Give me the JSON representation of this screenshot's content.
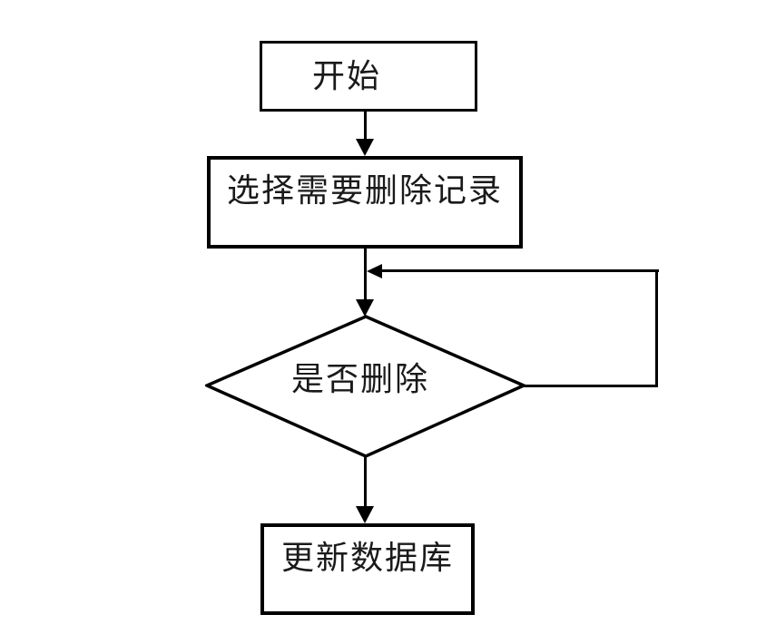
{
  "colors": {
    "background": "#ffffff",
    "line": "#000000",
    "text": "#1a1a1a"
  },
  "flowchart": {
    "nodes": [
      {
        "id": "start",
        "shape": "rectangle",
        "label": "开始"
      },
      {
        "id": "select-records",
        "shape": "rectangle",
        "label": "选择需要删除记录"
      },
      {
        "id": "delete-decision",
        "shape": "diamond",
        "label": "是否删除"
      },
      {
        "id": "update-database",
        "shape": "rectangle",
        "label": "更新数据库"
      }
    ],
    "edges": [
      {
        "from": "start",
        "to": "select-records",
        "type": "arrow",
        "label": ""
      },
      {
        "from": "select-records",
        "to": "delete-decision",
        "type": "arrow",
        "label": ""
      },
      {
        "from": "delete-decision",
        "to": "edge-select-to-decision",
        "type": "loop-arrow",
        "side": "right",
        "label": ""
      },
      {
        "from": "delete-decision",
        "to": "update-database",
        "type": "arrow",
        "label": ""
      }
    ]
  }
}
